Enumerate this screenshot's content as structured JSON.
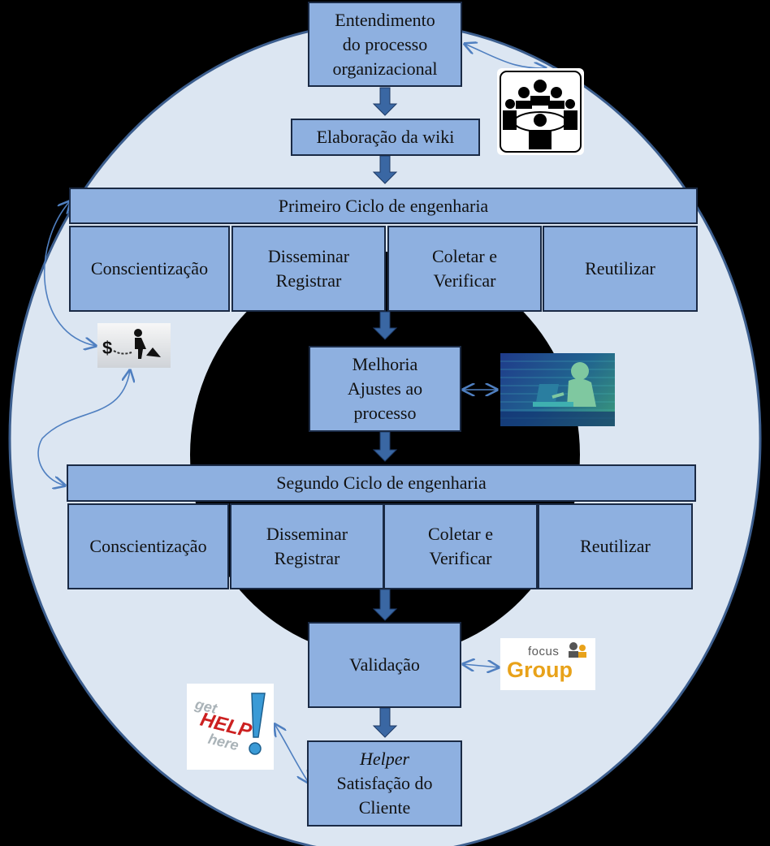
{
  "top": {
    "understanding": [
      "Entendimento",
      "do processo",
      "organizacional"
    ],
    "wiki": "Elaboração da wiki"
  },
  "cycle1": {
    "title": "Primeiro Ciclo de engenharia",
    "steps": [
      {
        "lines": [
          "Conscientização"
        ]
      },
      {
        "lines": [
          "Disseminar",
          "Registrar"
        ]
      },
      {
        "lines": [
          "Coletar e",
          "Verificar"
        ]
      },
      {
        "lines": [
          "Reutilizar"
        ]
      }
    ]
  },
  "improvement": [
    "Melhoria",
    "Ajustes ao",
    "processo"
  ],
  "cycle2": {
    "title": "Segundo Ciclo de engenharia",
    "steps": [
      {
        "lines": [
          "Conscientização"
        ]
      },
      {
        "lines": [
          "Disseminar",
          "Registrar"
        ]
      },
      {
        "lines": [
          "Coletar e",
          "Verificar"
        ]
      },
      {
        "lines": [
          "Reutilizar"
        ]
      }
    ]
  },
  "validation": "Validação",
  "helper": {
    "title": "Helper",
    "lines": [
      "Satisfação do",
      "Cliente"
    ]
  },
  "images": {
    "focus_group": {
      "small": "focus",
      "big": "Group"
    },
    "help_sign": {
      "line1": "get",
      "line2": "HELP",
      "line3": "here"
    },
    "cost_icon": {
      "symbol": "$"
    }
  },
  "colors": {
    "box_fill": "#8eb0e0",
    "ring_fill": "#dce6f2",
    "arrow": "#3a67a3",
    "connector": "#4f7fc0"
  }
}
